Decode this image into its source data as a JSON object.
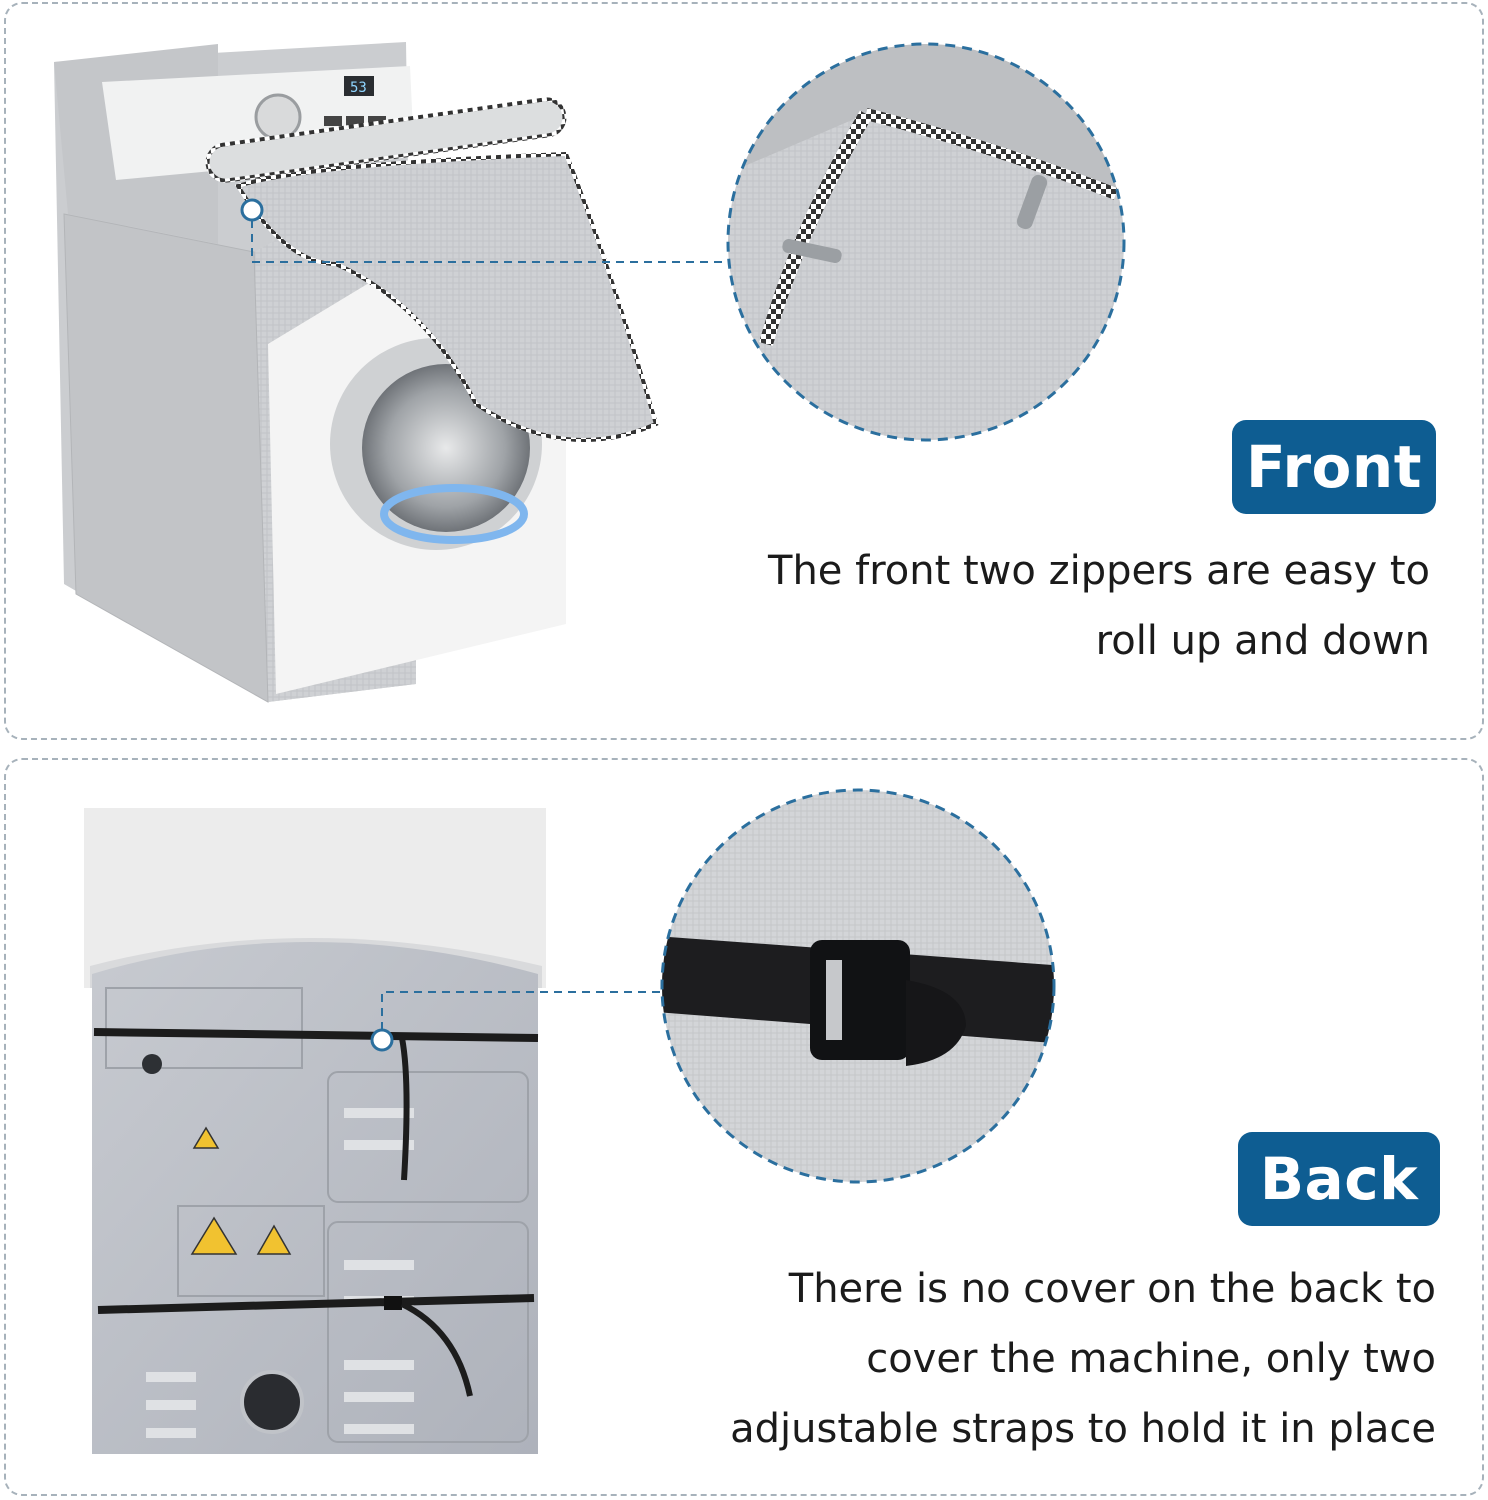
{
  "front": {
    "badge": "Front",
    "description": [
      "The front two zippers are easy to",
      "roll up and down"
    ]
  },
  "back": {
    "badge": "Back",
    "description": [
      "There is no cover on the back to",
      "cover the machine, only two",
      "adjustable straps to hold it in place"
    ]
  },
  "colors": {
    "badge": "#0e5d92",
    "panel_border": "#a7b2bb",
    "callout": "#2b6f9e",
    "cover_fabric": "#c9cbce"
  },
  "washer_display": {
    "readout": "53"
  }
}
